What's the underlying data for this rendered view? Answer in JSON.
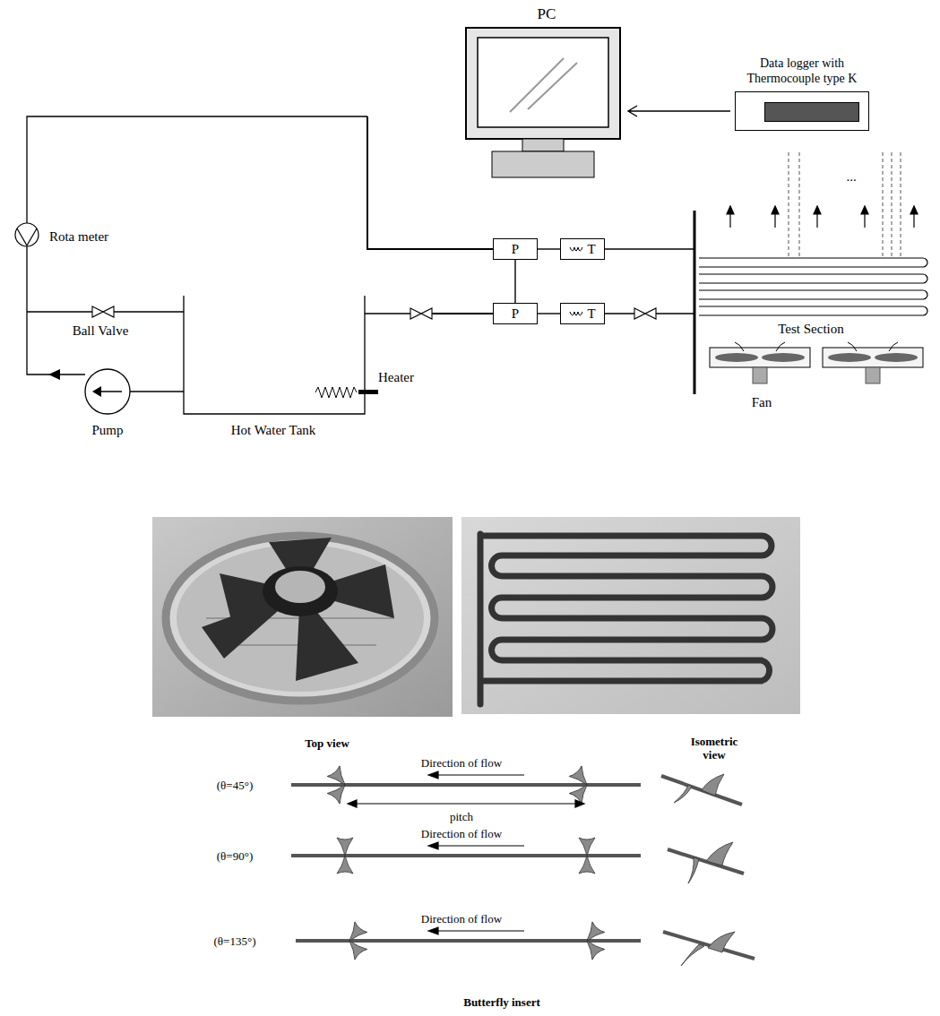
{
  "diagram": {
    "nodes": [
      {
        "text": [
          "PC"
        ]
      },
      {
        "text": [
          "Data logger with Thermocouple type K"
        ]
      },
      {
        "text": [
          "P"
        ]
      },
      {
        "text": [
          "T"
        ]
      },
      {
        "text": [
          "P"
        ]
      },
      {
        "text": [
          "T"
        ]
      }
    ],
    "edges": [
      {
        "from": 1,
        "to": 0,
        "arrow": "to"
      },
      {
        "from": 2,
        "to": 3,
        "arrow": "none"
      },
      {
        "from": 4,
        "to": 5,
        "arrow": "none"
      },
      {
        "from": 2,
        "to": 4,
        "arrow": "none"
      }
    ],
    "labels": [
      "Rota meter",
      "Ball Valve",
      "Pump",
      "Hot Water Tank",
      "Heater",
      "Test Section",
      "Fan",
      "...",
      "Top view",
      "Isometric view",
      "Direction of flow",
      "pitch",
      "(θ=45°)",
      "Direction of flow",
      "(θ=90°)",
      "Direction of flow",
      "(θ=135°)",
      "Butterfly insert"
    ]
  }
}
